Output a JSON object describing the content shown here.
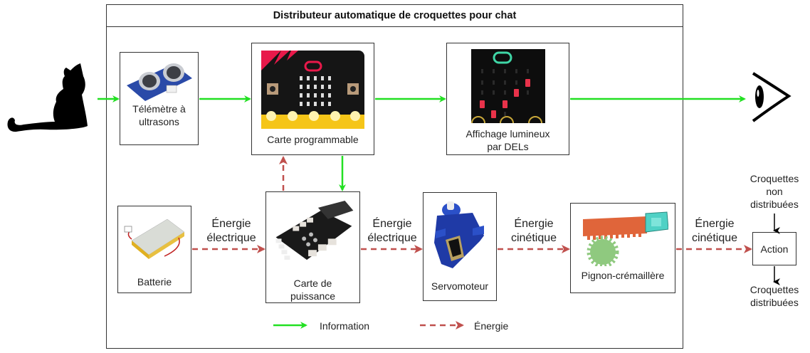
{
  "title": "Distributeur automatique de croquettes pour chat",
  "colors": {
    "information": "#22e022",
    "energie": "#c0504d",
    "border": "#333333"
  },
  "external": {
    "input_icon": "cat-silhouette-icon",
    "output_icon": "eye-icon"
  },
  "blocks": {
    "telemetre": {
      "label_line1": "Télémètre à",
      "label_line2": "ultrasons",
      "icon": "ultrasonic-sensor-icon"
    },
    "carte_programmable": {
      "label": "Carte programmable",
      "icon": "microbit-board-icon"
    },
    "affichage": {
      "label_line1": "Affichage lumineux",
      "label_line2": "par DELs",
      "icon": "led-matrix-icon"
    },
    "batterie": {
      "label": "Batterie",
      "icon": "battery-icon"
    },
    "carte_puissance": {
      "label_line1": "Carte de",
      "label_line2": "puissance",
      "icon": "power-board-icon"
    },
    "servomoteur": {
      "label": "Servomoteur",
      "icon": "servo-motor-icon"
    },
    "pignon": {
      "label": "Pignon-crémaillère",
      "icon": "rack-pinion-icon"
    }
  },
  "flows": {
    "e1": {
      "line1": "Énergie",
      "line2": "électrique"
    },
    "e2": {
      "line1": "Énergie",
      "line2": "électrique"
    },
    "e3": {
      "line1": "Énergie",
      "line2": "cinétique"
    },
    "e4": {
      "line1": "Énergie",
      "line2": "cinétique"
    }
  },
  "action": {
    "label": "Action",
    "input_line1": "Croquettes",
    "input_line2": "non",
    "input_line3": "distribuées",
    "output_line1": "Croquettes",
    "output_line2": "distribuées"
  },
  "legend": {
    "information": "Information",
    "energie": "Énergie"
  }
}
